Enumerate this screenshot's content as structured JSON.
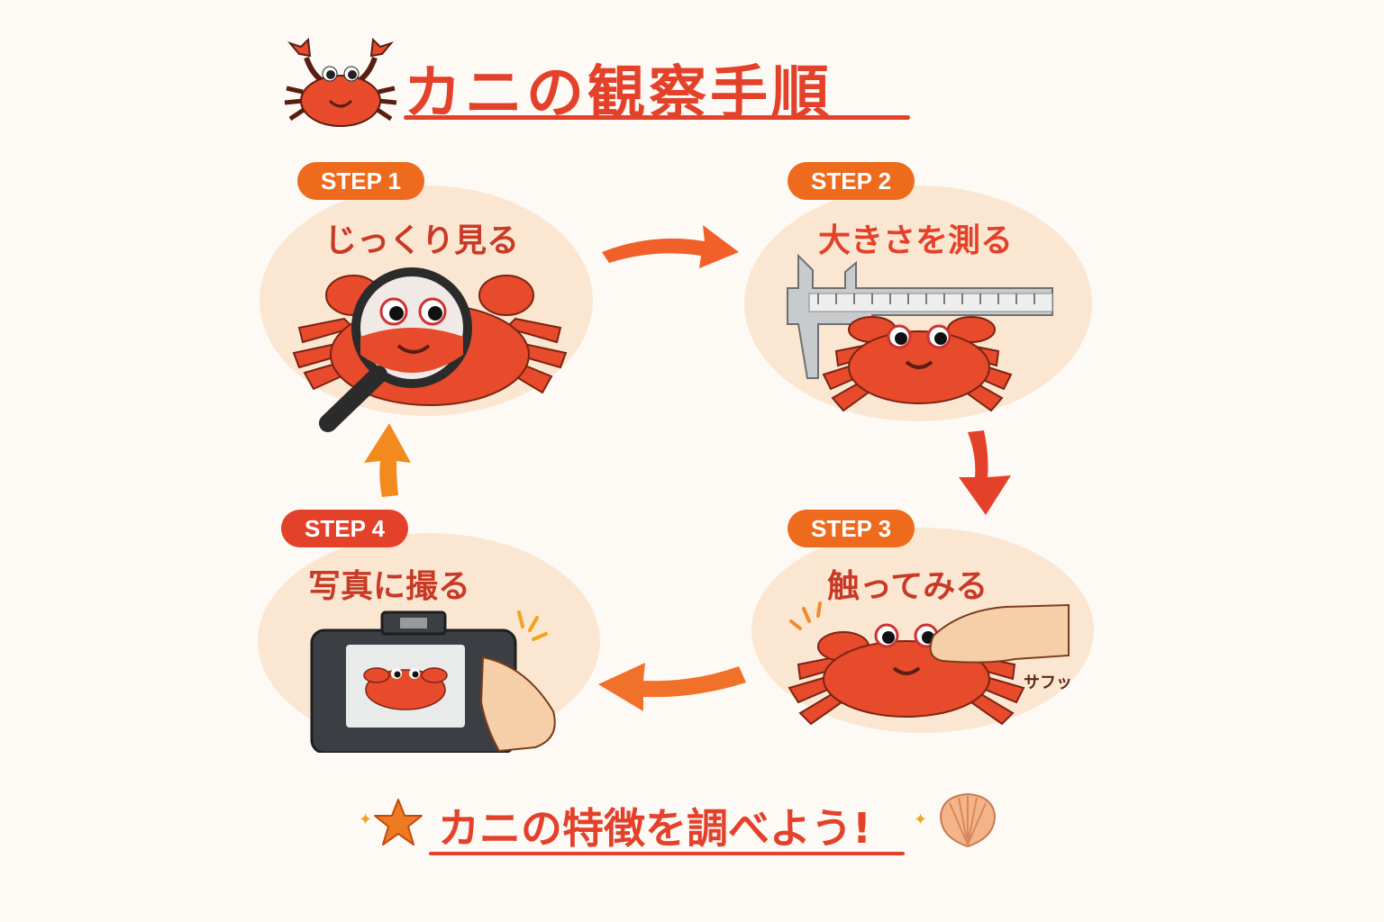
{
  "header": {
    "title": "カニの観察手順",
    "icon": "crab-icon"
  },
  "steps": [
    {
      "badge": "STEP 1",
      "label": "じっくり見る",
      "illustration": "magnifying-glass-over-crab",
      "badge_color": "#ee6a1c"
    },
    {
      "badge": "STEP 2",
      "label": "大きさを測る",
      "illustration": "caliper-measuring-crab",
      "badge_color": "#ee6a1c"
    },
    {
      "badge": "STEP 3",
      "label": "触ってみる",
      "illustration": "hand-touching-crab",
      "sound_effect": "サフッ",
      "badge_color": "#ee6a1c"
    },
    {
      "badge": "STEP 4",
      "label": "写真に撮る",
      "illustration": "camera-photographing-crab",
      "badge_color": "#e4412b"
    }
  ],
  "flow": {
    "arrows": [
      {
        "from": "STEP 1",
        "to": "STEP 2",
        "direction": "right"
      },
      {
        "from": "STEP 2",
        "to": "STEP 3",
        "direction": "down"
      },
      {
        "from": "STEP 3",
        "to": "STEP 4",
        "direction": "left"
      },
      {
        "from": "STEP 4",
        "to": "STEP 1",
        "direction": "up"
      }
    ]
  },
  "footer": {
    "text": "カニの特徴を調べよう!",
    "left_icon": "starfish-icon",
    "right_icon": "shell-icon"
  },
  "colors": {
    "primary_red": "#e4412b",
    "orange": "#ee6a1c",
    "blob": "#fbe7d1",
    "background": "#fdfaf6"
  }
}
